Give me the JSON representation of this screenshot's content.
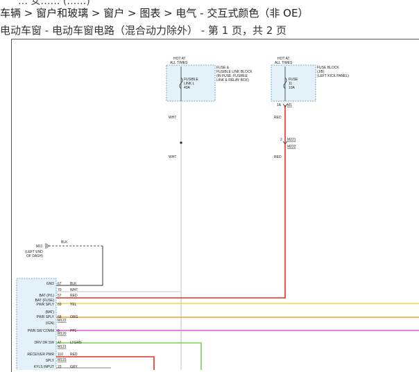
{
  "header": {
    "crumb_partial": "… 女…… (……)",
    "breadcrumb": "车辆 > 窗户和玻璃 > 窗户 > 图表 > 电气 - 交互式颜色（非 OE）",
    "subtitle": "电动车窗 - 电动车窗电路（混合动力除外） - 第 1 页，共 2 页"
  },
  "colors": {
    "box_fill": "#e3f1f8",
    "box_border": "#5b8fb0",
    "wire_wht": "#d8d8d8",
    "wire_red": "#e03020",
    "wire_blk": "#555555",
    "wire_yel": "#f0d84a",
    "wire_org": "#f39a2e",
    "wire_ppl": "#d65bd6",
    "wire_ltgrn": "#7ad04c"
  },
  "diagram": {
    "fuse_left": {
      "hot_label_1": "HOT AT",
      "hot_label_2": "ALL TIMES",
      "inside_1": "FUSIBLE",
      "inside_2": "LINK L",
      "inside_3": "40A",
      "desc_1": "FUSE &",
      "desc_2": "FUSIBLE LINK BLOCK",
      "desc_3": "(IN FUSE, FUSIBLE",
      "desc_4": "LINK & RELAY BOX)"
    },
    "fuse_right": {
      "hot_label_1": "HOT AT",
      "hot_label_2": "ALL TIMES",
      "inside_1": "FUSE",
      "inside_2": "11",
      "inside_3": "10A",
      "desc_1": "FUSE BLOCK",
      "desc_2": "(J/B)",
      "desc_3": "(LEFT KICK PANEL)",
      "pin": "1A",
      "conn": "M1"
    },
    "wire_labels": {
      "wht_1": "WHT",
      "wht_2": "WHT",
      "red_1": "RED",
      "red_2": "RED"
    },
    "splice": {
      "pin": "2",
      "conn_1": "M221",
      "conn_2": "M222"
    },
    "ground": {
      "name": "M11",
      "desc_1": "(LEFT END",
      "desc_2": "OF DASH)",
      "wire": "BLK"
    },
    "switch_terminals": [
      {
        "label": "GND",
        "pin": "67",
        "color": "BLK"
      },
      {
        "label": "",
        "pin": "70",
        "color": "WHT"
      },
      {
        "label": "BAT (P/L)",
        "pin": "57",
        "color": "RED"
      },
      {
        "label": "BAT (FUSE)",
        "pin": "",
        "color": ""
      },
      {
        "label": "PWR SPLY",
        "pin": "69",
        "color": "YEL"
      },
      {
        "label": "(BAT)",
        "pin": "",
        "color": ""
      },
      {
        "label": "PWR SPLY",
        "pin": "68",
        "color": "ORG"
      },
      {
        "label": "(IGN)",
        "pin": "",
        "color": ""
      },
      {
        "label": "PWR SW COMM",
        "pin": "8",
        "color": "PPL"
      },
      {
        "label": "",
        "pin": "",
        "color": ""
      },
      {
        "label": "DRV DR SW",
        "pin": "47",
        "color": "LTGRN"
      },
      {
        "label": "",
        "pin": "",
        "color": ""
      },
      {
        "label": "RECEIVER PWR",
        "pin": "110",
        "color": "RED"
      },
      {
        "label": "SPLY",
        "pin": "",
        "color": ""
      },
      {
        "label": "KYLS INPUT",
        "pin": "22",
        "color": "GRY"
      }
    ],
    "connectors": {
      "c1": "M122",
      "c2": "M120",
      "c3": "M121",
      "c4": "M123"
    }
  }
}
